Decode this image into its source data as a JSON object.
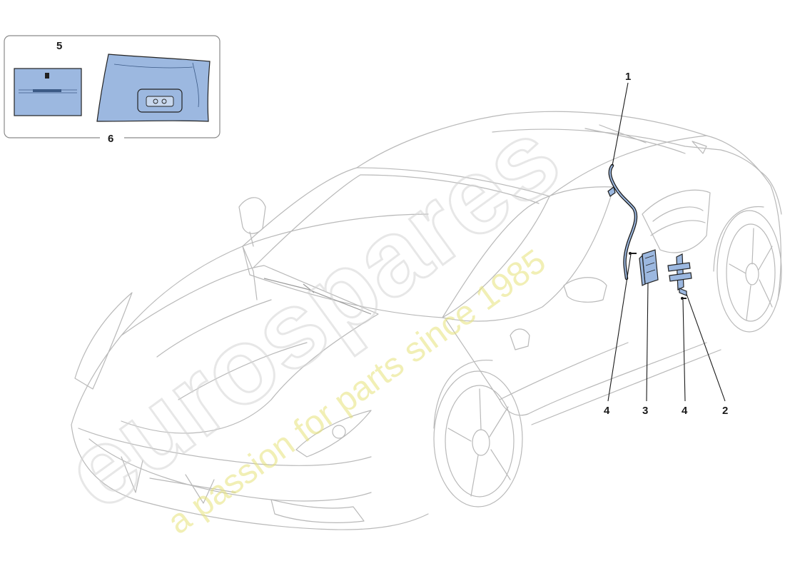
{
  "callouts": {
    "c1": "1",
    "c2": "2",
    "c3": "3",
    "c4a": "4",
    "c4b": "4",
    "c5": "5",
    "c6": "6"
  },
  "watermark": {
    "brand": "eurospares",
    "tagline": "a passion for parts since 1985"
  },
  "colors": {
    "part_fill": "#9cb8e0",
    "car_outline": "#b9b9b9",
    "watermark_text": "#d4d4d4",
    "watermark_tagline": "#e6e27a"
  }
}
